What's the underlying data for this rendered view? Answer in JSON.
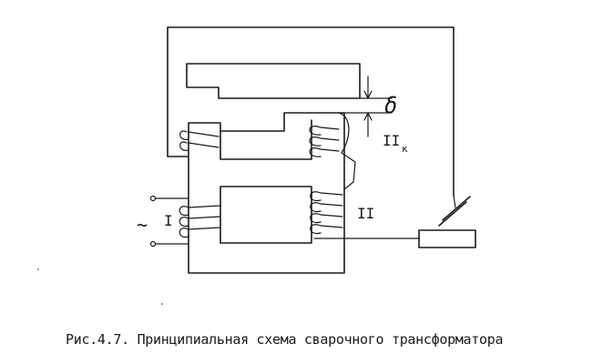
{
  "labels": {
    "gap": "δ",
    "control_winding": "II",
    "control_winding_sub": "к",
    "primary_ac": "~",
    "primary": "I",
    "secondary": "II"
  },
  "caption": "Рис.4.7. Принципиальная схема сварочного трансформатора"
}
